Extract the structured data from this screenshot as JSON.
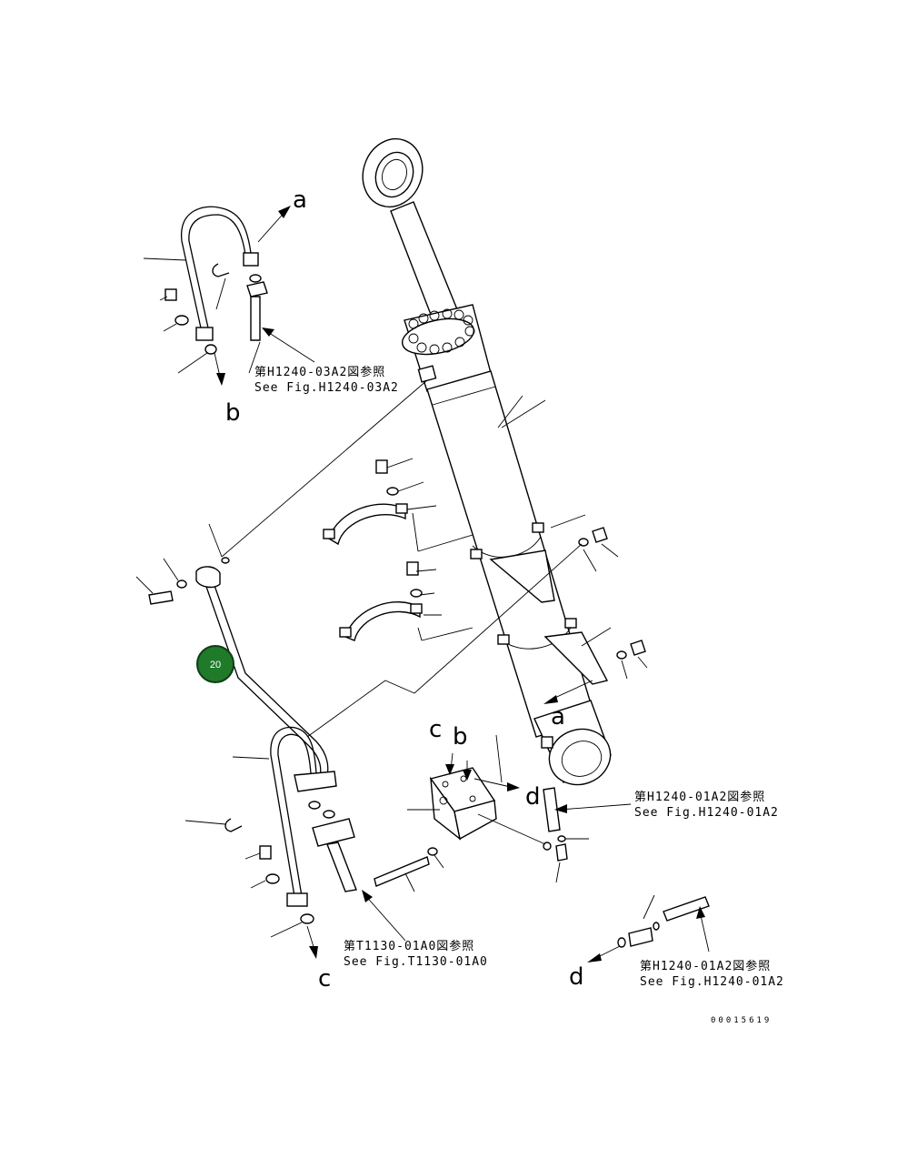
{
  "references": [
    {
      "jp": "第H1240-03A2図参照",
      "en": "See Fig.H1240-03A2"
    },
    {
      "jp": "第H1240-01A2図参照",
      "en": "See Fig.H1240-01A2"
    },
    {
      "jp": "第T1130-01A0図参照",
      "en": "See Fig.T1130-01A0"
    },
    {
      "jp": "第H1240-01A2図参照",
      "en": "See Fig.H1240-01A2"
    }
  ],
  "connection_letters": [
    "a",
    "b",
    "c",
    "b",
    "a",
    "d",
    "c",
    "d"
  ],
  "callout": {
    "number": "20",
    "color": "#1f7a2a"
  },
  "drawing_number": "00015619"
}
